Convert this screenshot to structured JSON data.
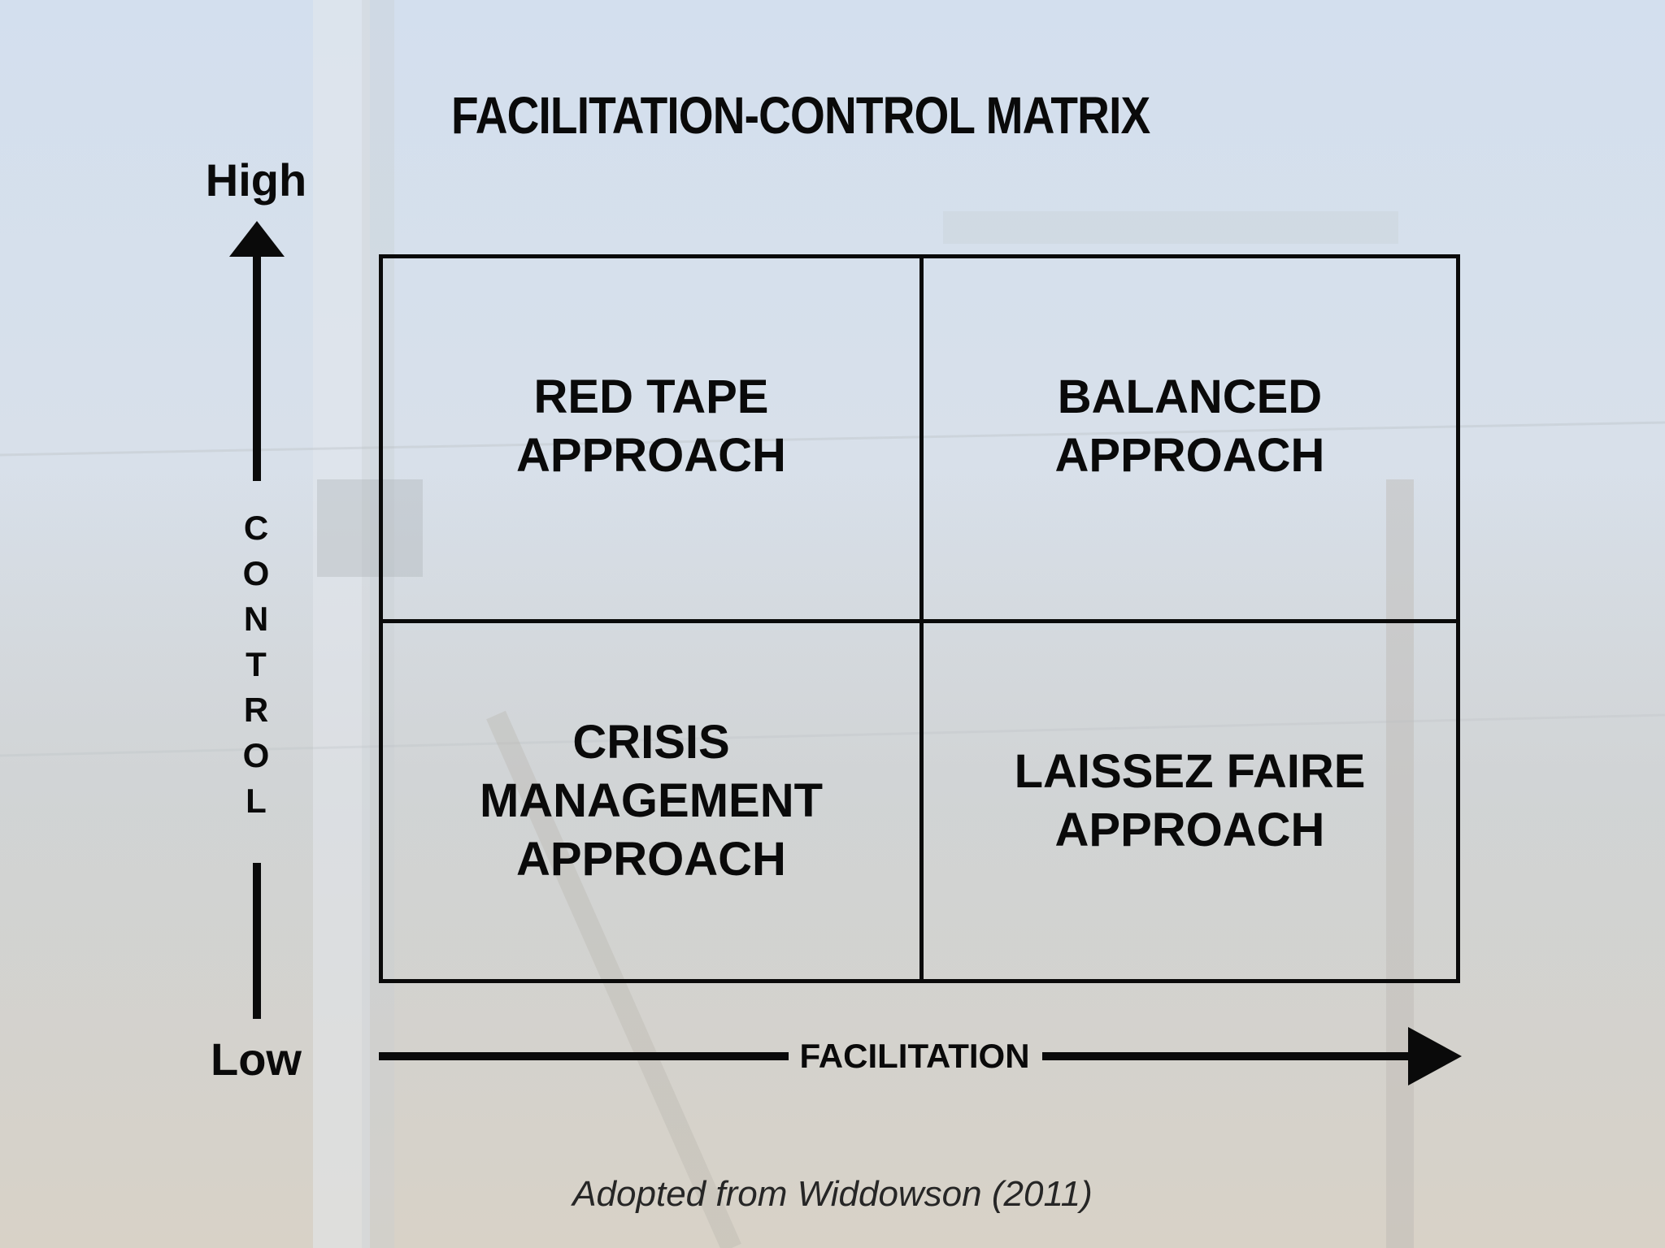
{
  "slide": {
    "title": "FACILITATION-CONTROL MATRIX",
    "citation": "Adopted from Widdowson (2011)"
  },
  "axes": {
    "vertical": {
      "label_letters": [
        "C",
        "O",
        "N",
        "T",
        "R",
        "O",
        "L"
      ],
      "high_label": "High",
      "low_label": "Low"
    },
    "horizontal": {
      "label": "FACILITATION"
    }
  },
  "quadrants": {
    "top_left": {
      "lines": [
        "RED TAPE",
        "APPROACH"
      ]
    },
    "top_right": {
      "lines": [
        "BALANCED",
        "APPROACH"
      ]
    },
    "bottom_left": {
      "lines": [
        "CRISIS",
        "MANAGEMENT",
        "APPROACH"
      ]
    },
    "bottom_right": {
      "lines": [
        "LAISSEZ FAIRE",
        "APPROACH"
      ]
    }
  },
  "colors": {
    "ink": "#0a0a0a",
    "background_sky": "#d3dfee",
    "citation_text": "#262626"
  }
}
